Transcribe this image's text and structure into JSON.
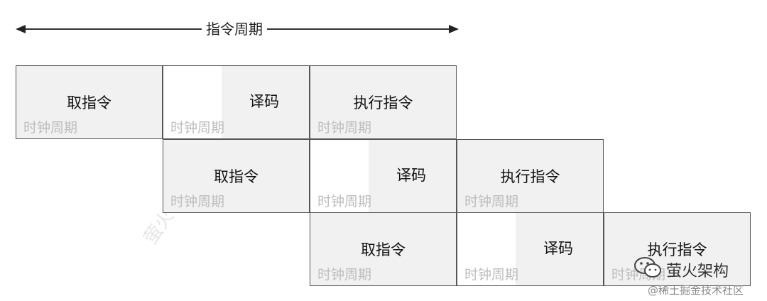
{
  "header": {
    "arrow_label": "指令周期"
  },
  "rows": [
    [
      {
        "stage": "取指令",
        "clock": "时钟周期",
        "kind": "fetch"
      },
      {
        "stage": "译码",
        "clock": "时钟周期",
        "kind": "decode"
      },
      {
        "stage": "执行指令",
        "clock": "时钟周期",
        "kind": "execute"
      }
    ],
    [
      {
        "stage": "取指令",
        "clock": "时钟周期",
        "kind": "fetch"
      },
      {
        "stage": "译码",
        "clock": "时钟周期",
        "kind": "decode"
      },
      {
        "stage": "执行指令",
        "clock": "时钟周期",
        "kind": "execute"
      }
    ],
    [
      {
        "stage": "取指令",
        "clock": "时钟周期",
        "kind": "fetch"
      },
      {
        "stage": "译码",
        "clock": "时钟周期",
        "kind": "decode"
      },
      {
        "stage": "执行指令",
        "clock": "时钟周期",
        "kind": "execute"
      }
    ]
  ],
  "watermark": {
    "brand": "萤火架构",
    "footer": "@稀土掘金技术社区",
    "ghost": "萤火"
  },
  "icons": {
    "wechat": "wechat-icon"
  }
}
